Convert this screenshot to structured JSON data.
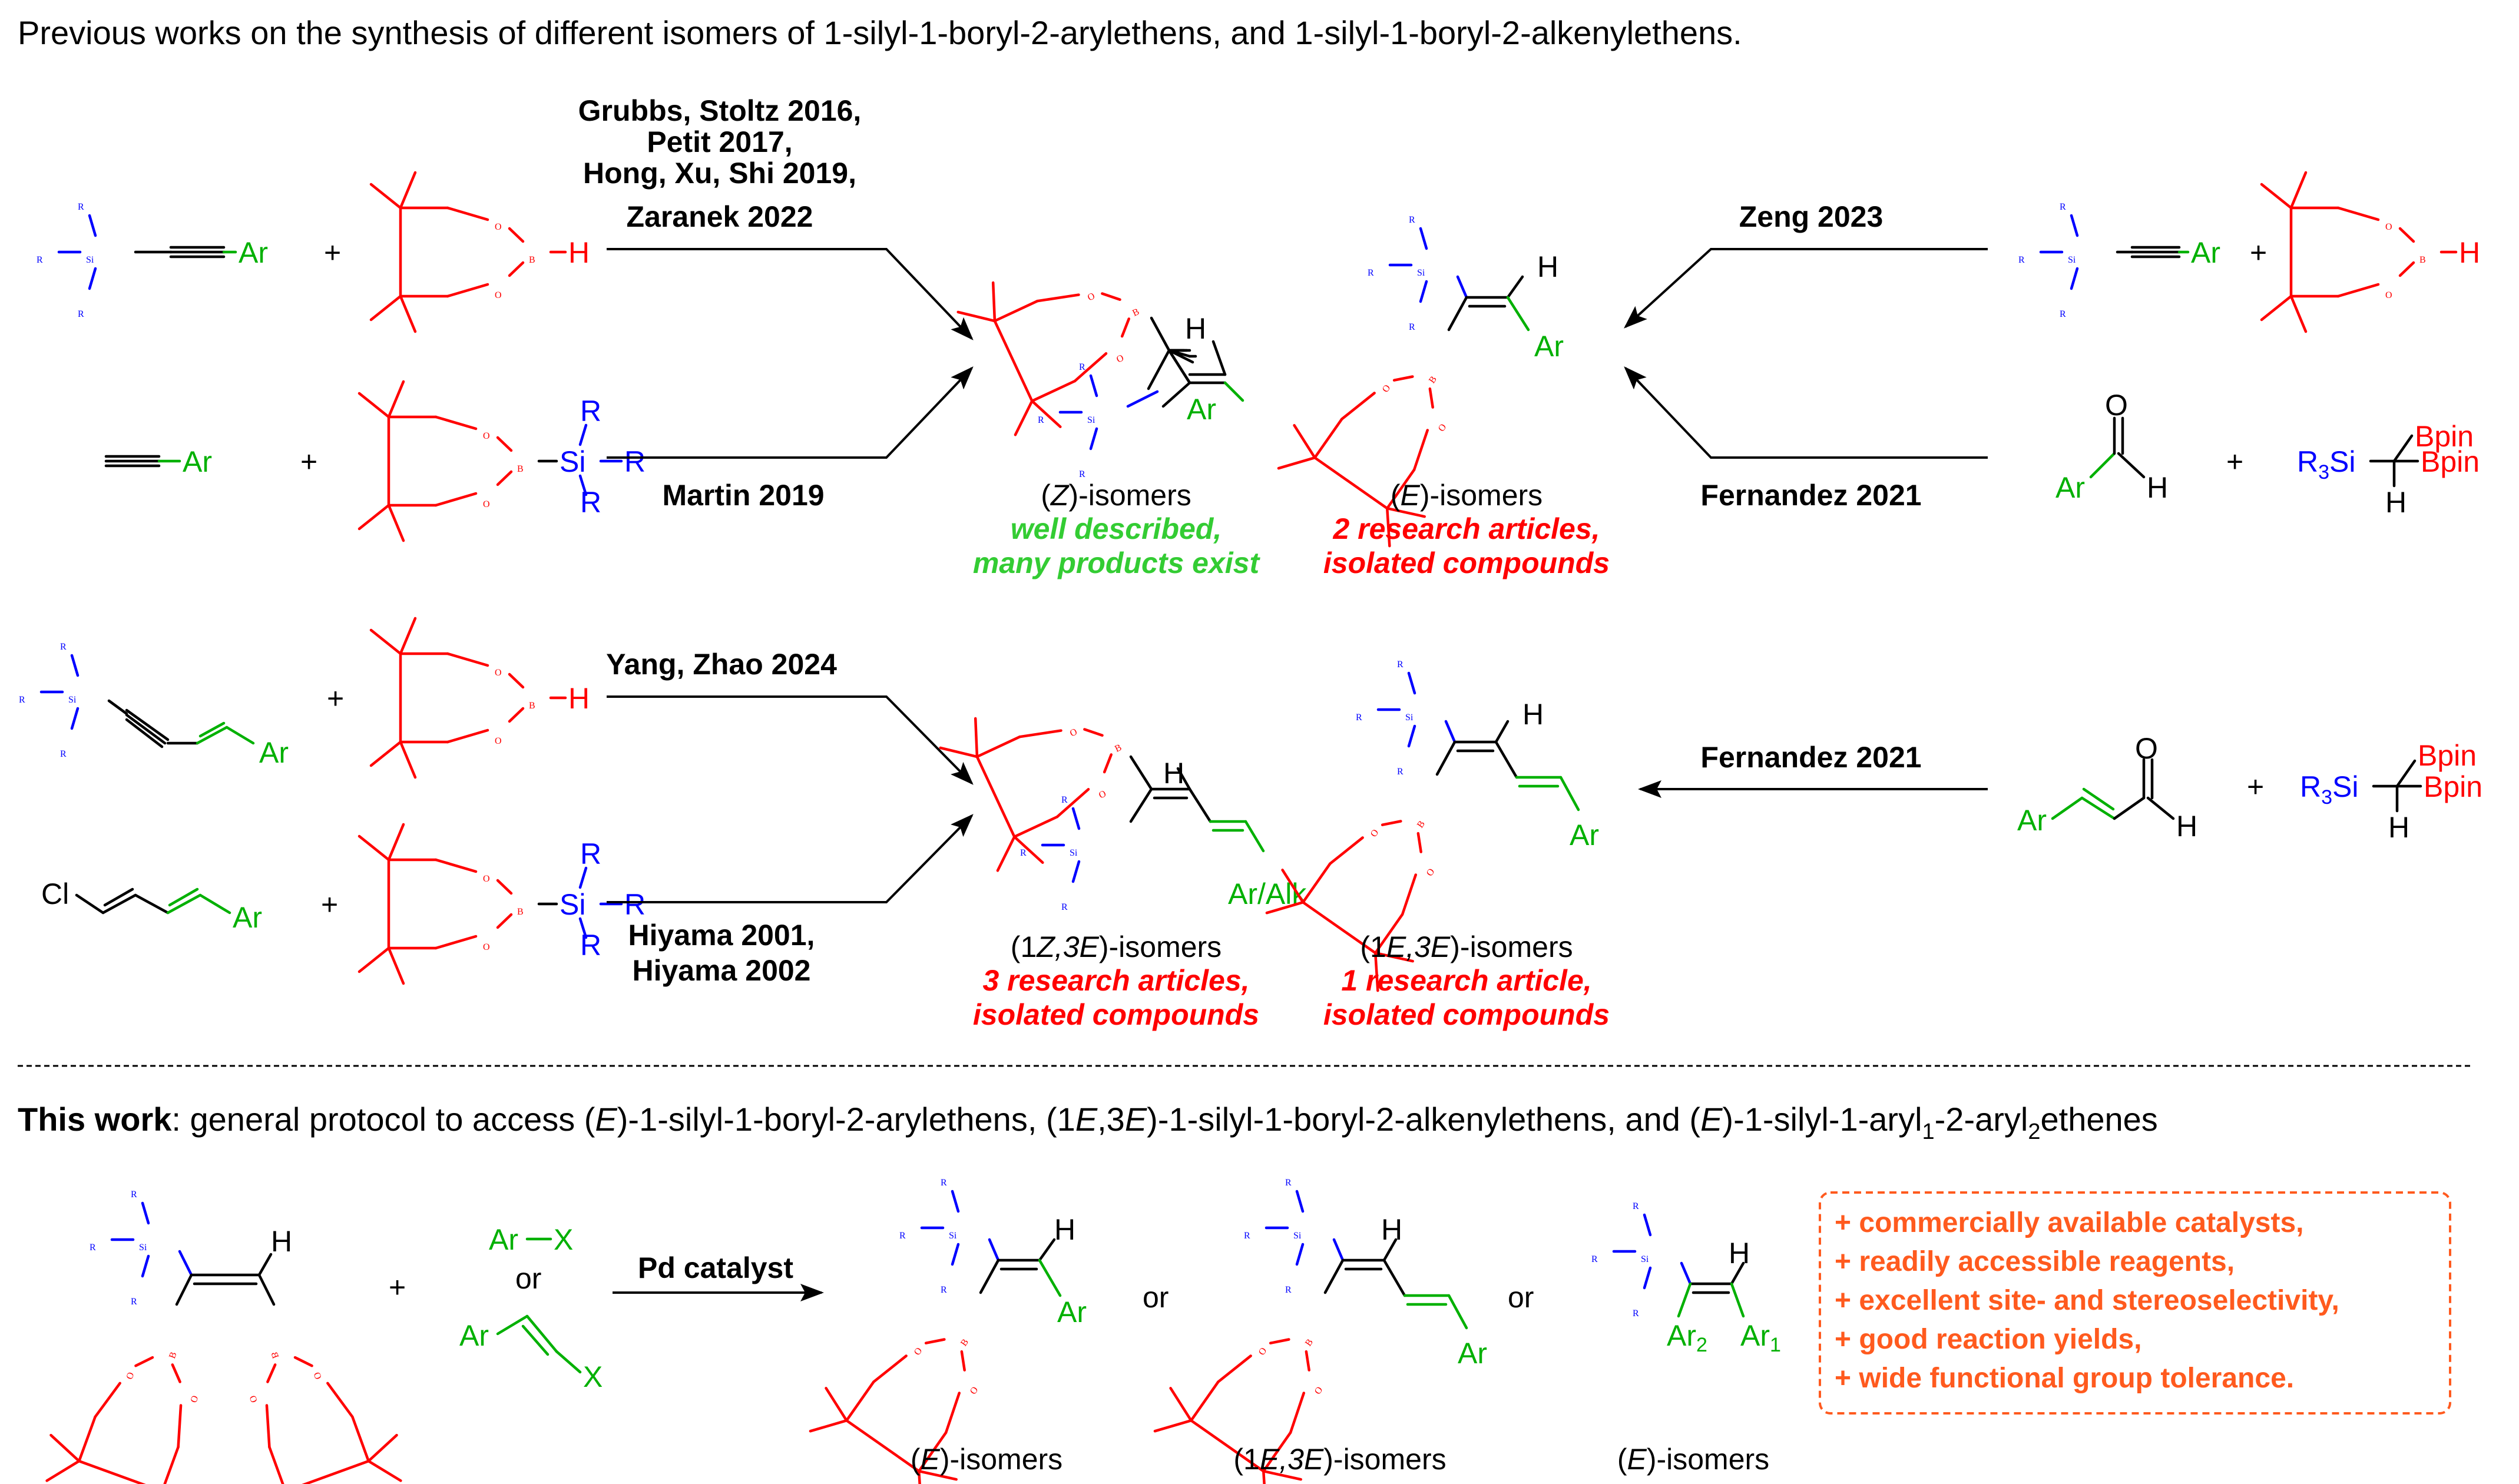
{
  "title": "Previous works on the synthesis of different isomers of 1-silyl-1-boryl-2-arylethens, and 1-silyl-1-boryl-2-alkenylethens.",
  "refs": {
    "grubbs_1": "Grubbs, Stoltz 2016,",
    "grubbs_2": "Petit 2017,",
    "grubbs_3": "Hong, Xu, Shi 2019,",
    "grubbs_4": "Zaranek 2022",
    "martin": "Martin 2019",
    "zeng": "Zeng 2023",
    "fernandez_a": "Fernandez 2021",
    "yang": "Yang, Zhao 2024",
    "hiyama_1": "Hiyama 2001,",
    "hiyama_2": "Hiyama 2002",
    "fernandez_b": "Fernandez 2021"
  },
  "products": {
    "z_label_pre": "(",
    "z_label_it": "Z",
    "z_label_post": ")-isomers",
    "z_note_1": "well described,",
    "z_note_2": "many products exist",
    "e_label_pre": "(",
    "e_label_it": "E",
    "e_label_post": ")-isomers",
    "e_note_1": "2 research articles,",
    "e_note_2": "isolated compounds",
    "zE_label_pre": "(1",
    "zE_label_it": "Z,3E",
    "zE_label_post": ")-isomers",
    "zE_note_1": "3 research articles,",
    "zE_note_2": "isolated compounds",
    "eE_label_pre": "(1",
    "eE_label_it": "E,3E",
    "eE_label_post": ")-isomers",
    "eE_note_1": "1 research article,",
    "eE_note_2": "isolated compounds"
  },
  "this_work": {
    "bold": "This work",
    "rest_1": ": general protocol to access (",
    "it_1": "E",
    "rest_2": ")-1-silyl-1-boryl-2-arylethens, (1",
    "it_2": "E",
    "rest_3": ",3",
    "it_3": "E",
    "rest_4": ")-1-silyl-1-boryl-2-alkenylethens, and (",
    "it_4": "E",
    "rest_5": ")-1-silyl-1-aryl",
    "sub_1": "1",
    "rest_6": "-2-aryl",
    "sub_2": "2",
    "rest_7": "ethenes",
    "catalyst": "Pd catalyst",
    "or": "or",
    "p1_label_pre": "(",
    "p1_label_it": "E",
    "p1_label_post": ")-isomers",
    "p2_label_pre": "(1",
    "p2_label_it": "E,3E",
    "p2_label_post": ")-isomers",
    "p3_label_pre": "(",
    "p3_label_it": "E",
    "p3_label_post": ")-isomers"
  },
  "benefits": [
    "+ commercially available catalysts,",
    "+ readily accessible reagents,",
    "+ excellent site- and stereoselectivity,",
    "+ good reaction yields,",
    "+ wide functional group tolerance."
  ],
  "atoms": {
    "R": "R",
    "Si": "Si",
    "Ar": "Ar",
    "B": "B",
    "O": "O",
    "H": "H",
    "Cl": "Cl",
    "X": "X",
    "Bpin": "Bpin",
    "R3Si": "R",
    "three": "3",
    "ArAlk": "Ar/Alk",
    "Ar1": "Ar",
    "Ar2": "Ar",
    "one": "1",
    "two": "2",
    "plus": "+",
    "or": "or"
  },
  "colors": {
    "boron_group": "#ff0000",
    "silicon_group": "#0000ff",
    "aryl_group": "#00b000",
    "note_green": "#33cc33",
    "note_red": "#ff0000",
    "benefit_orange": "#ff5a1e"
  }
}
